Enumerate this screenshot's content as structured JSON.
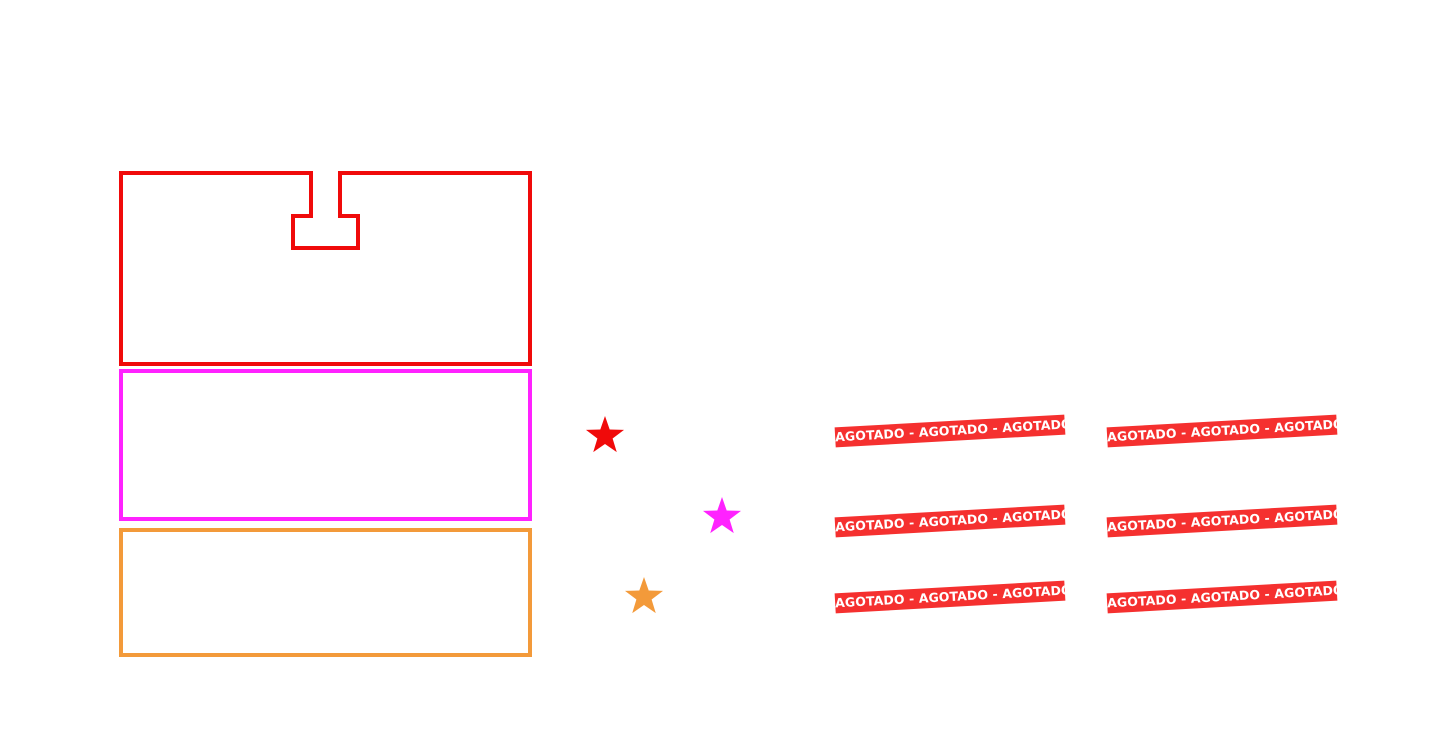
{
  "colors": {
    "red": "#f00a0a",
    "magenta": "#ff22ff",
    "orange": "#f39a3a",
    "banner_bg": "#f5302f",
    "banner_text": "#ffffff",
    "background": "#ffffff"
  },
  "zones": [
    {
      "name": "zone-red",
      "color": "red",
      "shape": "notched-rectangle"
    },
    {
      "name": "zone-magenta",
      "color": "magenta",
      "shape": "rectangle"
    },
    {
      "name": "zone-orange",
      "color": "orange",
      "shape": "rectangle"
    }
  ],
  "stars": [
    {
      "name": "star-red",
      "color": "red",
      "icon": "star-icon"
    },
    {
      "name": "star-magenta",
      "color": "magenta",
      "icon": "star-icon"
    },
    {
      "name": "star-orange",
      "color": "orange",
      "icon": "star-icon"
    }
  ],
  "banners": [
    {
      "text": "AGOTADO - AGOTADO - AGOTADO"
    },
    {
      "text": "AGOTADO - AGOTADO - AGOTADO"
    },
    {
      "text": "AGOTADO - AGOTADO - AGOTADO"
    },
    {
      "text": "AGOTADO - AGOTADO - AGOTADO"
    },
    {
      "text": "AGOTADO - AGOTADO - AGOTADO"
    },
    {
      "text": "AGOTADO - AGOTADO - AGOTADO"
    }
  ]
}
